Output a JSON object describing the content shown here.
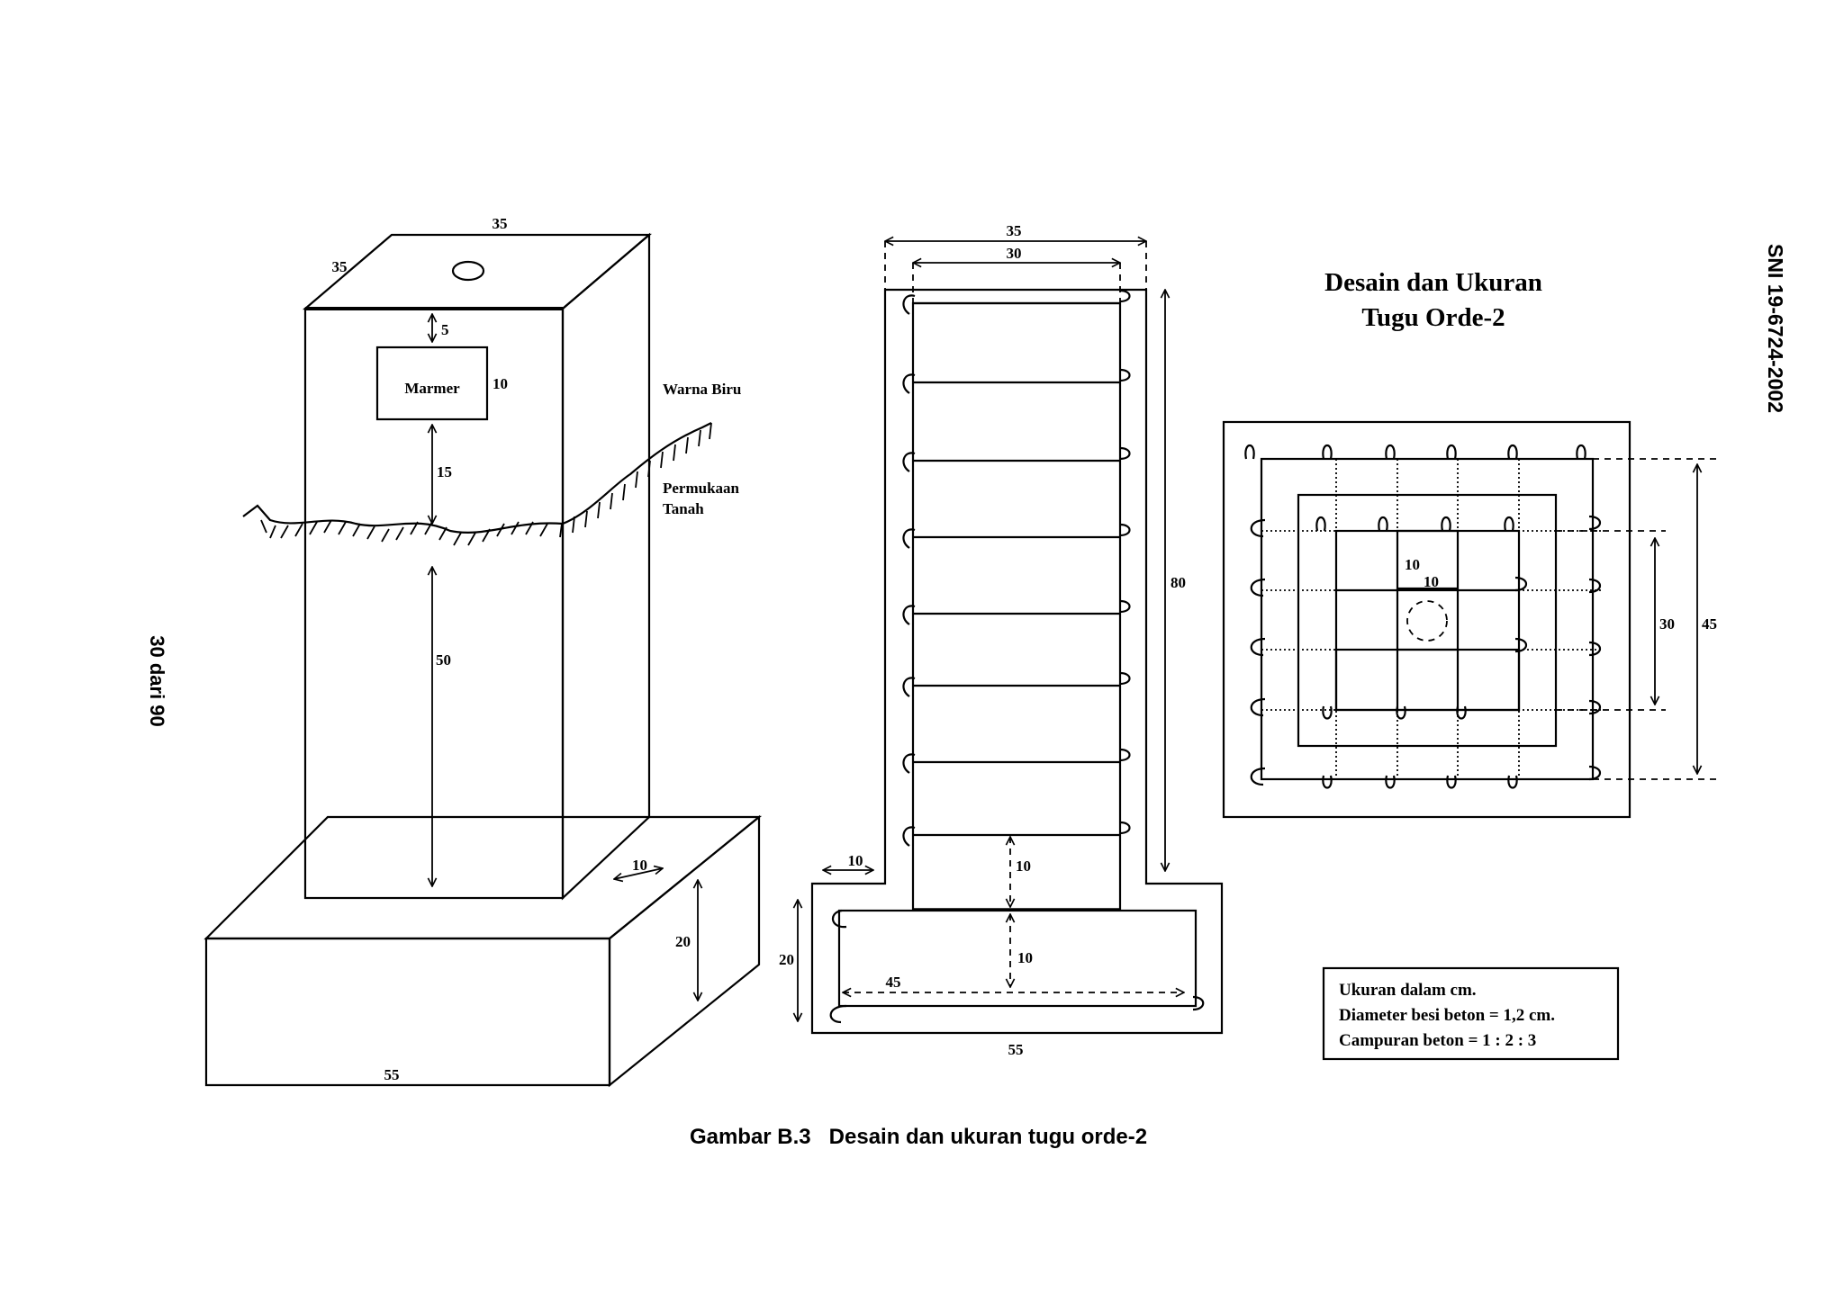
{
  "figure": {
    "caption": "Gambar B.3   Desain dan ukuran tugu orde-2",
    "title_line1": "Desain dan Ukuran",
    "title_line2": "Tugu Orde-2",
    "page_number": "30 dari 90",
    "standard_code": "SNI 19-6724-2002"
  },
  "isometric_view": {
    "top_width": "35",
    "top_depth": "35",
    "marble_plate": "Marmer",
    "marble_height": "10",
    "top_gap": "5",
    "gap_to_ground": "15",
    "buried_height": "50",
    "base_offset": "10",
    "base_height": "20",
    "base_width": "55",
    "paint_label": "Warna Biru",
    "ground_label_line1": "Permukaan",
    "ground_label_line2": "Tanah"
  },
  "section_view": {
    "outer_width": "35",
    "inner_width": "30",
    "column_height": "80",
    "step_width": "10",
    "column_cover": "10",
    "base_cover": "10",
    "base_height": "20",
    "rebar_length": "45",
    "base_width": "55"
  },
  "plan_view": {
    "inner_cell_a": "10",
    "inner_cell_b": "10",
    "inner_span": "30",
    "outer_span": "45"
  },
  "notes": {
    "line1": "Ukuran dalam cm.",
    "line2": "Diameter besi beton = 1,2 cm.",
    "line3": "Campuran beton = 1 : 2 : 3"
  }
}
